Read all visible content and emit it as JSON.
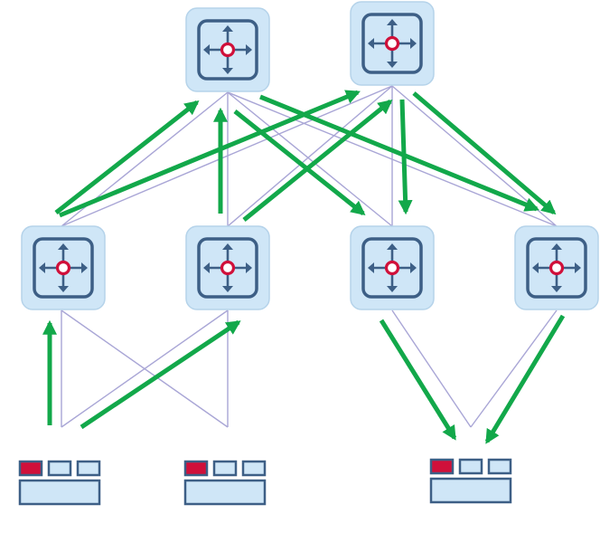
{
  "diagram": {
    "colors": {
      "link": "#a9a6d6",
      "flow": "#12a84a",
      "switch_fill": "#cfe6f7",
      "switch_border": "#b5d3ea",
      "switch_inner_border": "#3d5f86",
      "switch_arrow": "#3d5f86",
      "switch_hub": "#d0103a",
      "server_port_active": "#d0103a",
      "server_port": "#cfe6f7",
      "server_border": "#3d5f86"
    },
    "icons": {
      "switch": "router-switch-icon",
      "server": "server-icon"
    },
    "tiers": {
      "spine": [
        "spine-1",
        "spine-2"
      ],
      "leaf": [
        "leaf-1",
        "leaf-2",
        "leaf-3",
        "leaf-4"
      ],
      "host": [
        "server-1",
        "server-2",
        "server-3"
      ]
    }
  }
}
